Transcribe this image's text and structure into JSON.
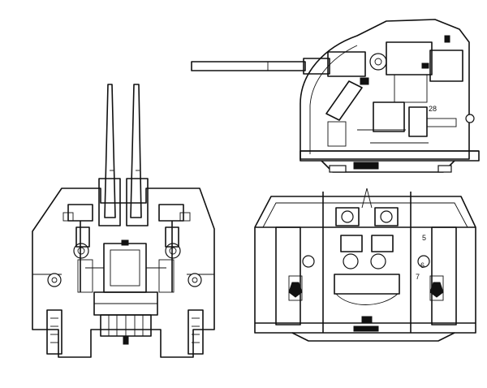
{
  "callouts": {
    "top_view_28": "28",
    "front_view_5": "5",
    "front_view_6": "6",
    "front_view_7": "7"
  },
  "colors": {
    "ink": "#111111",
    "paper": "#ffffff"
  }
}
